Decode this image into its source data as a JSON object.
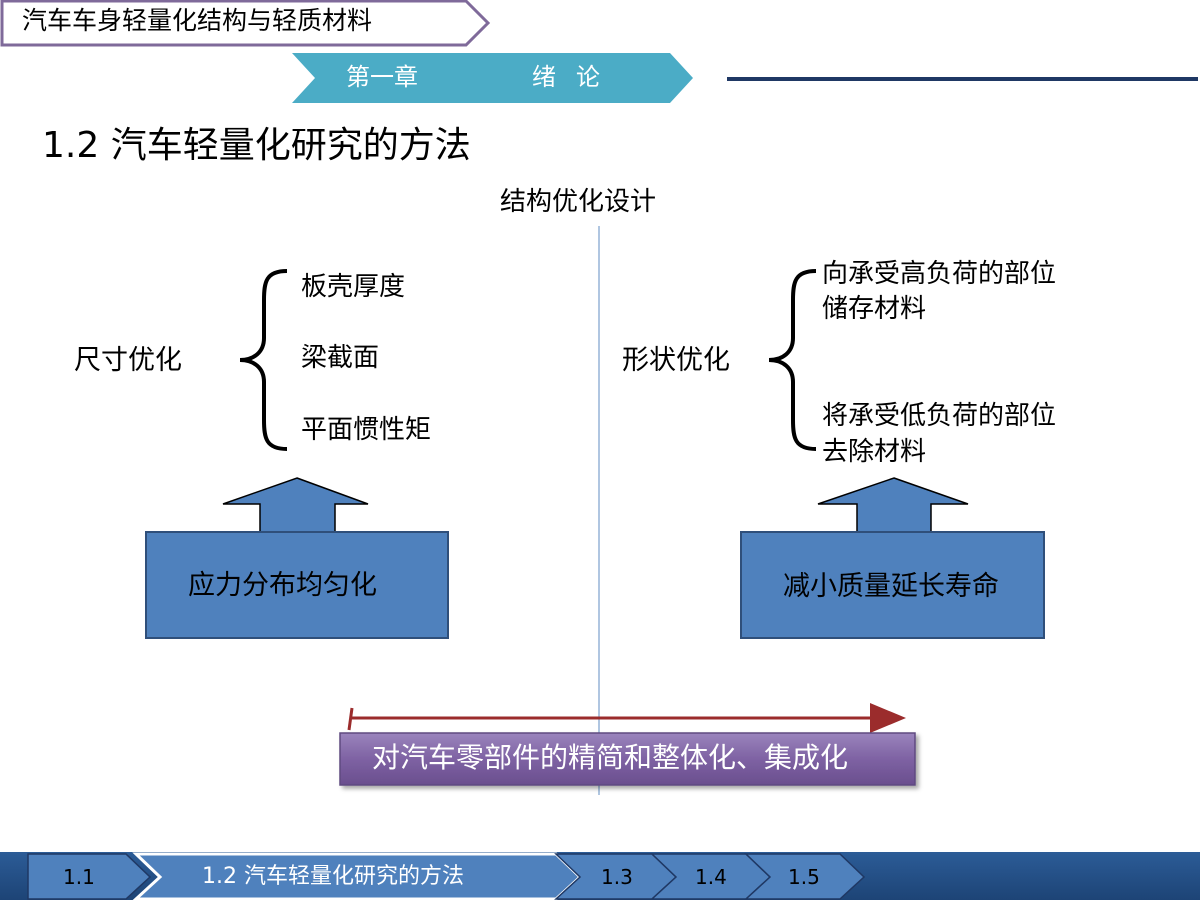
{
  "header": {
    "course_title": "汽车车身轻量化结构与轻质材料",
    "chapter_number": "第一章",
    "chapter_name": "绪论"
  },
  "slide": {
    "heading": "1.2 汽车轻量化研究的方法",
    "center_label": "结构优化设计",
    "left": {
      "label": "尺寸优化",
      "items": [
        "板壳厚度",
        "梁截面",
        "平面惯性矩"
      ],
      "box_label": "应力分布均匀化"
    },
    "right": {
      "label": "形状优化",
      "items": [
        {
          "line1": "向承受高负荷的部位",
          "line2": "储存材料"
        },
        {
          "line1": "将承受低负荷的部位",
          "line2": "去除材料"
        }
      ],
      "box_label": "减小质量延长寿命"
    },
    "banner": "对汽车零部件的精简和整体化、集成化"
  },
  "nav": {
    "tabs": [
      {
        "label": "1.1"
      },
      {
        "label": "1.2 汽车轻量化研究的方法"
      },
      {
        "label": "1.3"
      },
      {
        "label": "1.4"
      },
      {
        "label": "1.5"
      }
    ]
  },
  "colors": {
    "chapter_ribbon": "#4BACC6",
    "header_line": "#1F3864",
    "box_fill": "#4F81BD",
    "box_stroke": "#2F4F7A",
    "banner_fill": "#8064A2",
    "arrow_line": "#9B2C2C",
    "divider": "#95B3D7",
    "nav_bar": "#1F497D",
    "nav_tab": "#4F81BD",
    "title_box_border": "#7F6A9A"
  }
}
